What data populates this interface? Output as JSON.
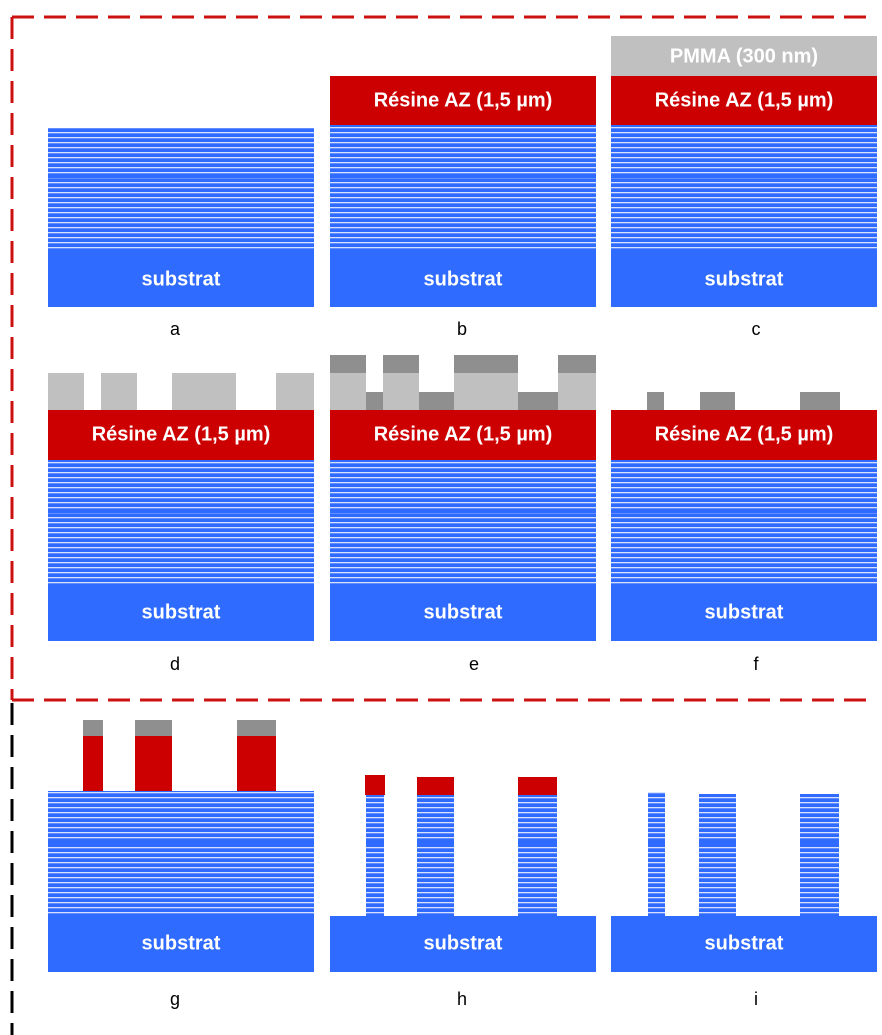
{
  "colors": {
    "blue": "#2f6bff",
    "stripe": "#cfd8ff",
    "red": "#cc0000",
    "pmma": "#c0c0c0",
    "metal": "#8f8f8f",
    "red_dash": "#cc1111",
    "black_dash": "#000000"
  },
  "text": {
    "substrat": "substrat",
    "resine": "Résine AZ (1,5 µm)",
    "pmma": "PMMA (300 nm)"
  },
  "panels": [
    {
      "id": "a",
      "label": "a",
      "resine": false,
      "pmma": false
    },
    {
      "id": "b",
      "label": "b",
      "resine": true,
      "pmma": false
    },
    {
      "id": "c",
      "label": "c",
      "resine": true,
      "pmma": true
    },
    {
      "id": "d",
      "label": "d",
      "resine": true,
      "pmma": false
    },
    {
      "id": "e",
      "label": "e",
      "resine": true,
      "pmma": false
    },
    {
      "id": "f",
      "label": "f",
      "resine": true,
      "pmma": false
    },
    {
      "id": "g",
      "label": "g",
      "resine": false,
      "pmma": false
    },
    {
      "id": "h",
      "label": "h",
      "resine": false,
      "pmma": false
    },
    {
      "id": "i",
      "label": "i",
      "resine": false,
      "pmma": false
    }
  ]
}
